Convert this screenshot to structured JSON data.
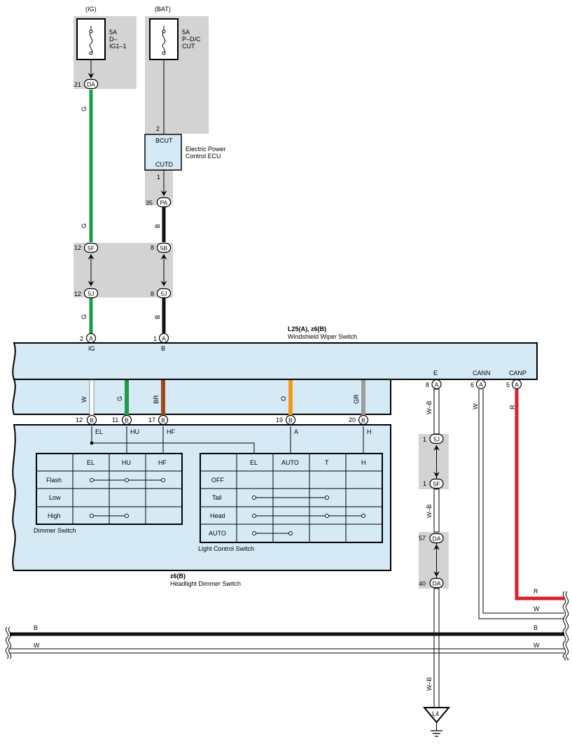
{
  "colors": {
    "panel": "#d6eaf6",
    "gray_block": "#d3d3d4",
    "wire_green": "#1c9b49",
    "wire_red": "#dc1f2e",
    "wire_black": "#111111",
    "wire_brown": "#9b4a1e",
    "wire_orange": "#f39a14",
    "wire_gray": "#9c9c9c",
    "wire_white": "#ffffff"
  },
  "fuses": [
    {
      "source": "(IG)",
      "rating": "5A",
      "name_line1": "D–",
      "name_line2": "IG1–1",
      "pin": "21",
      "connector": "DA"
    },
    {
      "source": "(BAT)",
      "rating": "5A",
      "name_line1": "P–D/C",
      "name_line2": "CUT",
      "pin": "2"
    }
  ],
  "ecu": {
    "name_line1": "Electric Power",
    "name_line2": "Control ECU",
    "term_top": "BCUT",
    "term_bottom": "CUTD",
    "pin_bottom": "1",
    "out_pin": "35",
    "out_connector": "PA"
  },
  "left_wires": {
    "g_label": "G",
    "b_label": "B",
    "j1_top_pin": "12",
    "j1_top_conn": "5F",
    "j1_bot_pin": "12",
    "j1_bot_conn": "5J",
    "j2_top_pin": "8",
    "j2_top_conn": "5B",
    "j2_bot_pin": "8",
    "j2_bot_conn": "5J"
  },
  "switch": {
    "ref": "L25(A), z6(B)",
    "name": "Windshield Wiper Switch",
    "ig_pin": "2",
    "ig_conn": "A",
    "ig_label": "IG",
    "b_pin": "1",
    "b_conn": "A",
    "b_label": "B",
    "right_terms": [
      {
        "label": "E",
        "pin": "8",
        "conn": "A"
      },
      {
        "label": "CANN",
        "pin": "6",
        "conn": "A"
      },
      {
        "label": "CANP",
        "pin": "5",
        "conn": "A"
      }
    ]
  },
  "inner_wires": [
    {
      "color_label": "W",
      "pin": "12",
      "conn": "B",
      "term": "EL"
    },
    {
      "color_label": "G",
      "pin": "11",
      "conn": "B",
      "term": "HU"
    },
    {
      "color_label": "BR",
      "pin": "17",
      "conn": "B",
      "term": "HF"
    },
    {
      "color_label": "O",
      "pin": "19",
      "conn": "B",
      "term": "A"
    },
    {
      "color_label": "GR",
      "pin": "20",
      "conn": "B",
      "term": "H"
    }
  ],
  "dimmer_switch": {
    "title": "Dimmer Switch",
    "columns": [
      "EL",
      "HU",
      "HF"
    ],
    "rows": [
      "Flash",
      "Low",
      "High"
    ]
  },
  "light_control_switch": {
    "title": "Light Control Switch",
    "columns": [
      "EL",
      "AUTO",
      "T",
      "H"
    ],
    "rows": [
      "OFF",
      "Tail",
      "Head",
      "AUTO"
    ]
  },
  "headlight_dimmer": {
    "ref": "z6(B)",
    "name": "Headlight Dimmer Switch"
  },
  "ground_path": {
    "wire_label": "W–B",
    "j1_top_pin": "1",
    "j1_top_conn": "5J",
    "j1_bot_pin": "1",
    "j1_bot_conn": "5F",
    "j2_top_pin": "57",
    "j2_top_conn": "DA",
    "j2_bot_pin": "40",
    "j2_bot_conn": "DA",
    "ground": "L4"
  },
  "cann_wire": "W",
  "canp_wire": "R",
  "bus": {
    "r_label": "R",
    "w_label": "W",
    "b_label": "B"
  }
}
